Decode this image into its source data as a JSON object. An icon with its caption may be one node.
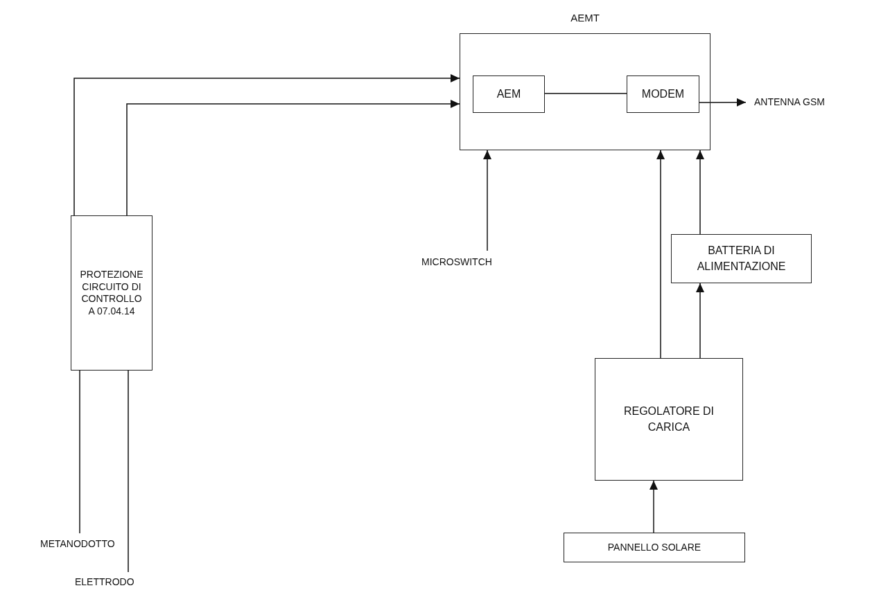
{
  "diagram": {
    "nodes": [
      {
        "text": [
          "AEMT"
        ]
      },
      {
        "text": [
          "AEM"
        ],
        "in": 0
      },
      {
        "text": [
          "MODEM"
        ],
        "in": 0
      },
      {
        "text": [
          "ANTENNA GSM"
        ]
      },
      {
        "text": [
          "PROTEZIONE CIRCUITO DI CONTROLLO A 07.04.14"
        ]
      },
      {
        "text": [
          "MICROSWITCH"
        ]
      },
      {
        "text": [
          "BATTERIA DI ALIMENTAZIONE"
        ]
      },
      {
        "text": [
          "REGOLATORE DI CARICA"
        ]
      },
      {
        "text": [
          "PANNELLO SOLARE"
        ]
      },
      {
        "text": [
          "METANODOTTO"
        ]
      },
      {
        "text": [
          "ELETTRODO"
        ]
      }
    ],
    "edges": [
      {
        "from": 1,
        "to": 2,
        "arrow": "none"
      },
      {
        "from": 2,
        "to": 3,
        "arrow": "to"
      },
      {
        "from": 4,
        "to": 0,
        "arrow": "to"
      },
      {
        "from": 4,
        "to": 0,
        "arrow": "to"
      },
      {
        "from": 5,
        "to": 0,
        "arrow": "to"
      },
      {
        "from": 7,
        "to": 0,
        "arrow": "to"
      },
      {
        "from": 7,
        "to": 6,
        "arrow": "to"
      },
      {
        "from": 6,
        "to": 0,
        "arrow": "to"
      },
      {
        "from": 8,
        "to": 7,
        "arrow": "to"
      },
      {
        "from": 9,
        "to": 4,
        "arrow": "none"
      },
      {
        "from": 10,
        "to": 4,
        "arrow": "none"
      }
    ]
  }
}
